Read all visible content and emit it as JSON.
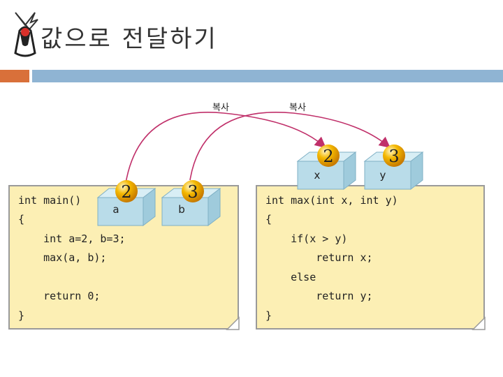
{
  "slide": {
    "title": "값으로 전달하기",
    "copy_labels": [
      "복사",
      "복사"
    ]
  },
  "main_code": {
    "lines": [
      "int main()",
      "{",
      "    int a=2, b=3;",
      "    max(a, b);",
      "",
      "    return 0;",
      "}"
    ]
  },
  "max_code": {
    "lines": [
      "int max(int x, int y)",
      "{",
      "    if(x > y)",
      "        return x;",
      "    else",
      "        return y;",
      "}"
    ]
  },
  "boxes": {
    "a": {
      "label": "a",
      "value": "2"
    },
    "b": {
      "label": "b",
      "value": "3"
    },
    "x": {
      "label": "x",
      "value": "2"
    },
    "y": {
      "label": "y",
      "value": "3"
    }
  },
  "colors": {
    "accent_orange": "#d9703a",
    "accent_blue": "#8fb4d3",
    "panel": "#fcefb4",
    "arrow": "#c0306a",
    "box": "#b9dce9",
    "ball": "#f2a800"
  }
}
